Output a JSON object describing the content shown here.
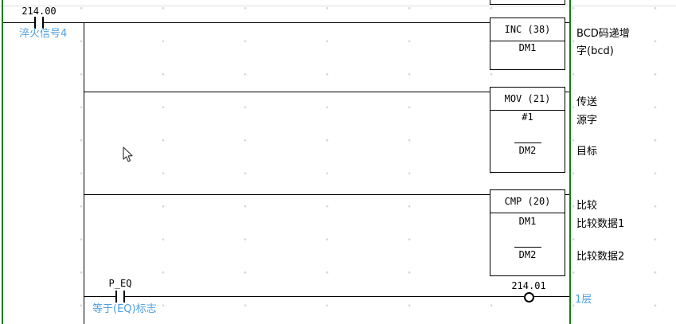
{
  "colors": {
    "rail_green": "#108010",
    "comment_blue": "#4f9fdf"
  },
  "rung_top": {
    "contact": {
      "address": "214.00",
      "comment": "淬火信号4"
    }
  },
  "blocks": [
    {
      "title": "INC (38)",
      "op1": "DM1",
      "desc1": "BCD码递增",
      "desc2": "字(bcd)"
    },
    {
      "title": "MOV (21)",
      "op1": "#1",
      "op2": "DM2",
      "desc1": "传送",
      "desc2": "源字",
      "desc3": "目标"
    },
    {
      "title": "CMP (20)",
      "op1": "DM1",
      "op2": "DM2",
      "desc1": "比较",
      "desc2": "比较数据1",
      "desc3": "比较数据2"
    }
  ],
  "rung_bottom": {
    "contact": {
      "name": "P_EQ",
      "comment": "等于(EQ)标志"
    },
    "coil": {
      "address": "214.01",
      "comment": "1层"
    }
  }
}
